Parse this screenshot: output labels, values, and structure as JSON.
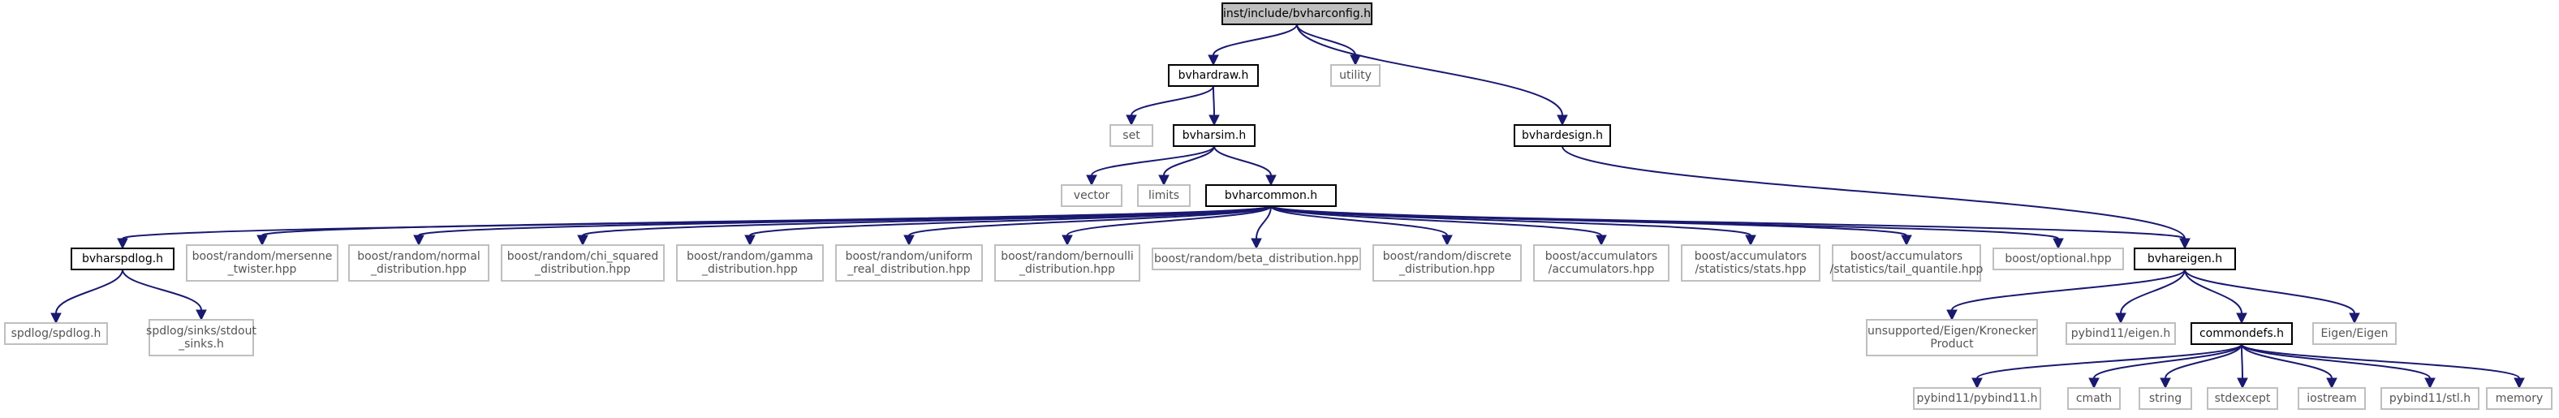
{
  "nodes": [
    {
      "id": "bvharconfig",
      "lines": [
        "inst/include/bvharconfig.h"
      ],
      "kind": "current"
    },
    {
      "id": "bvhardraw",
      "lines": [
        "bvhardraw.h"
      ],
      "kind": "local"
    },
    {
      "id": "utility",
      "lines": [
        "utility"
      ],
      "kind": "system"
    },
    {
      "id": "bvhardesign",
      "lines": [
        "bvhardesign.h"
      ],
      "kind": "local"
    },
    {
      "id": "set",
      "lines": [
        "set"
      ],
      "kind": "system"
    },
    {
      "id": "bvharsim",
      "lines": [
        "bvharsim.h"
      ],
      "kind": "local"
    },
    {
      "id": "vector",
      "lines": [
        "vector"
      ],
      "kind": "system"
    },
    {
      "id": "limits",
      "lines": [
        "limits"
      ],
      "kind": "system"
    },
    {
      "id": "bvharcommon",
      "lines": [
        "bvharcommon.h"
      ],
      "kind": "local"
    },
    {
      "id": "bvharspdlog",
      "lines": [
        "bvharspdlog.h"
      ],
      "kind": "local"
    },
    {
      "id": "mersenne",
      "lines": [
        "boost/random/mersenne",
        "_twister.hpp"
      ],
      "kind": "system"
    },
    {
      "id": "normal",
      "lines": [
        "boost/random/normal",
        "_distribution.hpp"
      ],
      "kind": "system"
    },
    {
      "id": "chisq",
      "lines": [
        "boost/random/chi_squared",
        "_distribution.hpp"
      ],
      "kind": "system"
    },
    {
      "id": "gamma",
      "lines": [
        "boost/random/gamma",
        "_distribution.hpp"
      ],
      "kind": "system"
    },
    {
      "id": "uniform",
      "lines": [
        "boost/random/uniform",
        "_real_distribution.hpp"
      ],
      "kind": "system"
    },
    {
      "id": "bernoulli",
      "lines": [
        "boost/random/bernoulli",
        "_distribution.hpp"
      ],
      "kind": "system"
    },
    {
      "id": "beta",
      "lines": [
        "boost/random/beta_distribution.hpp"
      ],
      "kind": "system"
    },
    {
      "id": "discrete",
      "lines": [
        "boost/random/discrete",
        "_distribution.hpp"
      ],
      "kind": "system"
    },
    {
      "id": "accumulators",
      "lines": [
        "boost/accumulators",
        "/accumulators.hpp"
      ],
      "kind": "system"
    },
    {
      "id": "stats",
      "lines": [
        "boost/accumulators",
        "/statistics/stats.hpp"
      ],
      "kind": "system"
    },
    {
      "id": "tailq",
      "lines": [
        "boost/accumulators",
        "/statistics/tail_quantile.hpp"
      ],
      "kind": "system"
    },
    {
      "id": "optional",
      "lines": [
        "boost/optional.hpp"
      ],
      "kind": "system"
    },
    {
      "id": "bvhareigen",
      "lines": [
        "bvhareigen.h"
      ],
      "kind": "local"
    },
    {
      "id": "spdlog",
      "lines": [
        "spdlog/spdlog.h"
      ],
      "kind": "system"
    },
    {
      "id": "stdout",
      "lines": [
        "spdlog/sinks/stdout",
        "_sinks.h"
      ],
      "kind": "system"
    },
    {
      "id": "kronecker",
      "lines": [
        "unsupported/Eigen/Kronecker",
        "Product"
      ],
      "kind": "system"
    },
    {
      "id": "pybindeigen",
      "lines": [
        "pybind11/eigen.h"
      ],
      "kind": "system"
    },
    {
      "id": "commondefs",
      "lines": [
        "commondefs.h"
      ],
      "kind": "local"
    },
    {
      "id": "eigen",
      "lines": [
        "Eigen/Eigen"
      ],
      "kind": "system"
    },
    {
      "id": "pybind11",
      "lines": [
        "pybind11/pybind11.h"
      ],
      "kind": "system"
    },
    {
      "id": "cmath",
      "lines": [
        "cmath"
      ],
      "kind": "system"
    },
    {
      "id": "string",
      "lines": [
        "string"
      ],
      "kind": "system"
    },
    {
      "id": "stdexcept",
      "lines": [
        "stdexcept"
      ],
      "kind": "system"
    },
    {
      "id": "iostream",
      "lines": [
        "iostream"
      ],
      "kind": "system"
    },
    {
      "id": "stl",
      "lines": [
        "pybind11/stl.h"
      ],
      "kind": "system"
    },
    {
      "id": "memory",
      "lines": [
        "memory"
      ],
      "kind": "system"
    }
  ],
  "edges": [
    [
      "bvharconfig",
      "bvhardraw"
    ],
    [
      "bvharconfig",
      "utility"
    ],
    [
      "bvharconfig",
      "bvhardesign"
    ],
    [
      "bvhardraw",
      "set"
    ],
    [
      "bvhardraw",
      "bvharsim"
    ],
    [
      "bvharsim",
      "vector"
    ],
    [
      "bvharsim",
      "limits"
    ],
    [
      "bvharsim",
      "bvharcommon"
    ],
    [
      "bvhardesign",
      "bvhareigen"
    ],
    [
      "bvharcommon",
      "bvharspdlog"
    ],
    [
      "bvharcommon",
      "mersenne"
    ],
    [
      "bvharcommon",
      "normal"
    ],
    [
      "bvharcommon",
      "chisq"
    ],
    [
      "bvharcommon",
      "gamma"
    ],
    [
      "bvharcommon",
      "uniform"
    ],
    [
      "bvharcommon",
      "bernoulli"
    ],
    [
      "bvharcommon",
      "beta"
    ],
    [
      "bvharcommon",
      "discrete"
    ],
    [
      "bvharcommon",
      "accumulators"
    ],
    [
      "bvharcommon",
      "stats"
    ],
    [
      "bvharcommon",
      "tailq"
    ],
    [
      "bvharcommon",
      "optional"
    ],
    [
      "bvharcommon",
      "bvhareigen"
    ],
    [
      "bvharspdlog",
      "spdlog"
    ],
    [
      "bvharspdlog",
      "stdout"
    ],
    [
      "bvhareigen",
      "kronecker"
    ],
    [
      "bvhareigen",
      "pybindeigen"
    ],
    [
      "bvhareigen",
      "commondefs"
    ],
    [
      "bvhareigen",
      "eigen"
    ],
    [
      "commondefs",
      "pybind11"
    ],
    [
      "commondefs",
      "cmath"
    ],
    [
      "commondefs",
      "string"
    ],
    [
      "commondefs",
      "stdexcept"
    ],
    [
      "commondefs",
      "iostream"
    ],
    [
      "commondefs",
      "stl"
    ],
    [
      "commondefs",
      "memory"
    ]
  ]
}
